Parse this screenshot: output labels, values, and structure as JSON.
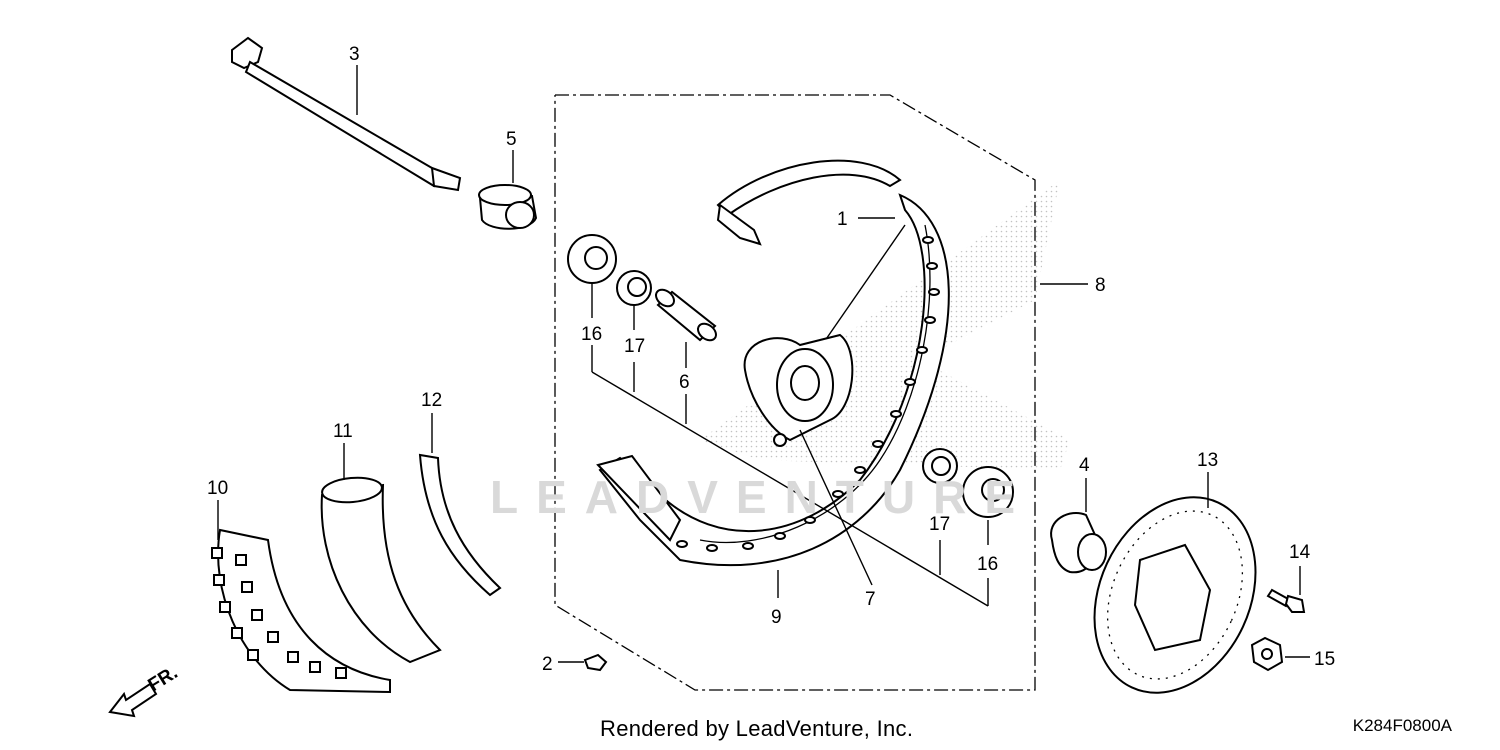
{
  "diagram": {
    "callouts": [
      {
        "id": "1",
        "label": "1"
      },
      {
        "id": "2",
        "label": "2"
      },
      {
        "id": "3",
        "label": "3"
      },
      {
        "id": "4",
        "label": "4"
      },
      {
        "id": "5",
        "label": "5"
      },
      {
        "id": "6",
        "label": "6"
      },
      {
        "id": "7",
        "label": "7"
      },
      {
        "id": "8",
        "label": "8"
      },
      {
        "id": "9",
        "label": "9"
      },
      {
        "id": "10",
        "label": "10"
      },
      {
        "id": "11",
        "label": "11"
      },
      {
        "id": "12",
        "label": "12"
      },
      {
        "id": "13",
        "label": "13"
      },
      {
        "id": "14",
        "label": "14"
      },
      {
        "id": "15",
        "label": "15"
      },
      {
        "id": "16a",
        "label": "16"
      },
      {
        "id": "16b",
        "label": "16"
      },
      {
        "id": "17a",
        "label": "17"
      },
      {
        "id": "17b",
        "label": "17"
      }
    ],
    "direction_label": "FR.",
    "watermark": "LEADVENTURE"
  },
  "footer": {
    "credit": "Rendered by LeadVenture, Inc.",
    "code": "K284F0800A"
  },
  "colors": {
    "line": "#000000",
    "background": "#ffffff",
    "watermark": "#d9d9d9"
  }
}
